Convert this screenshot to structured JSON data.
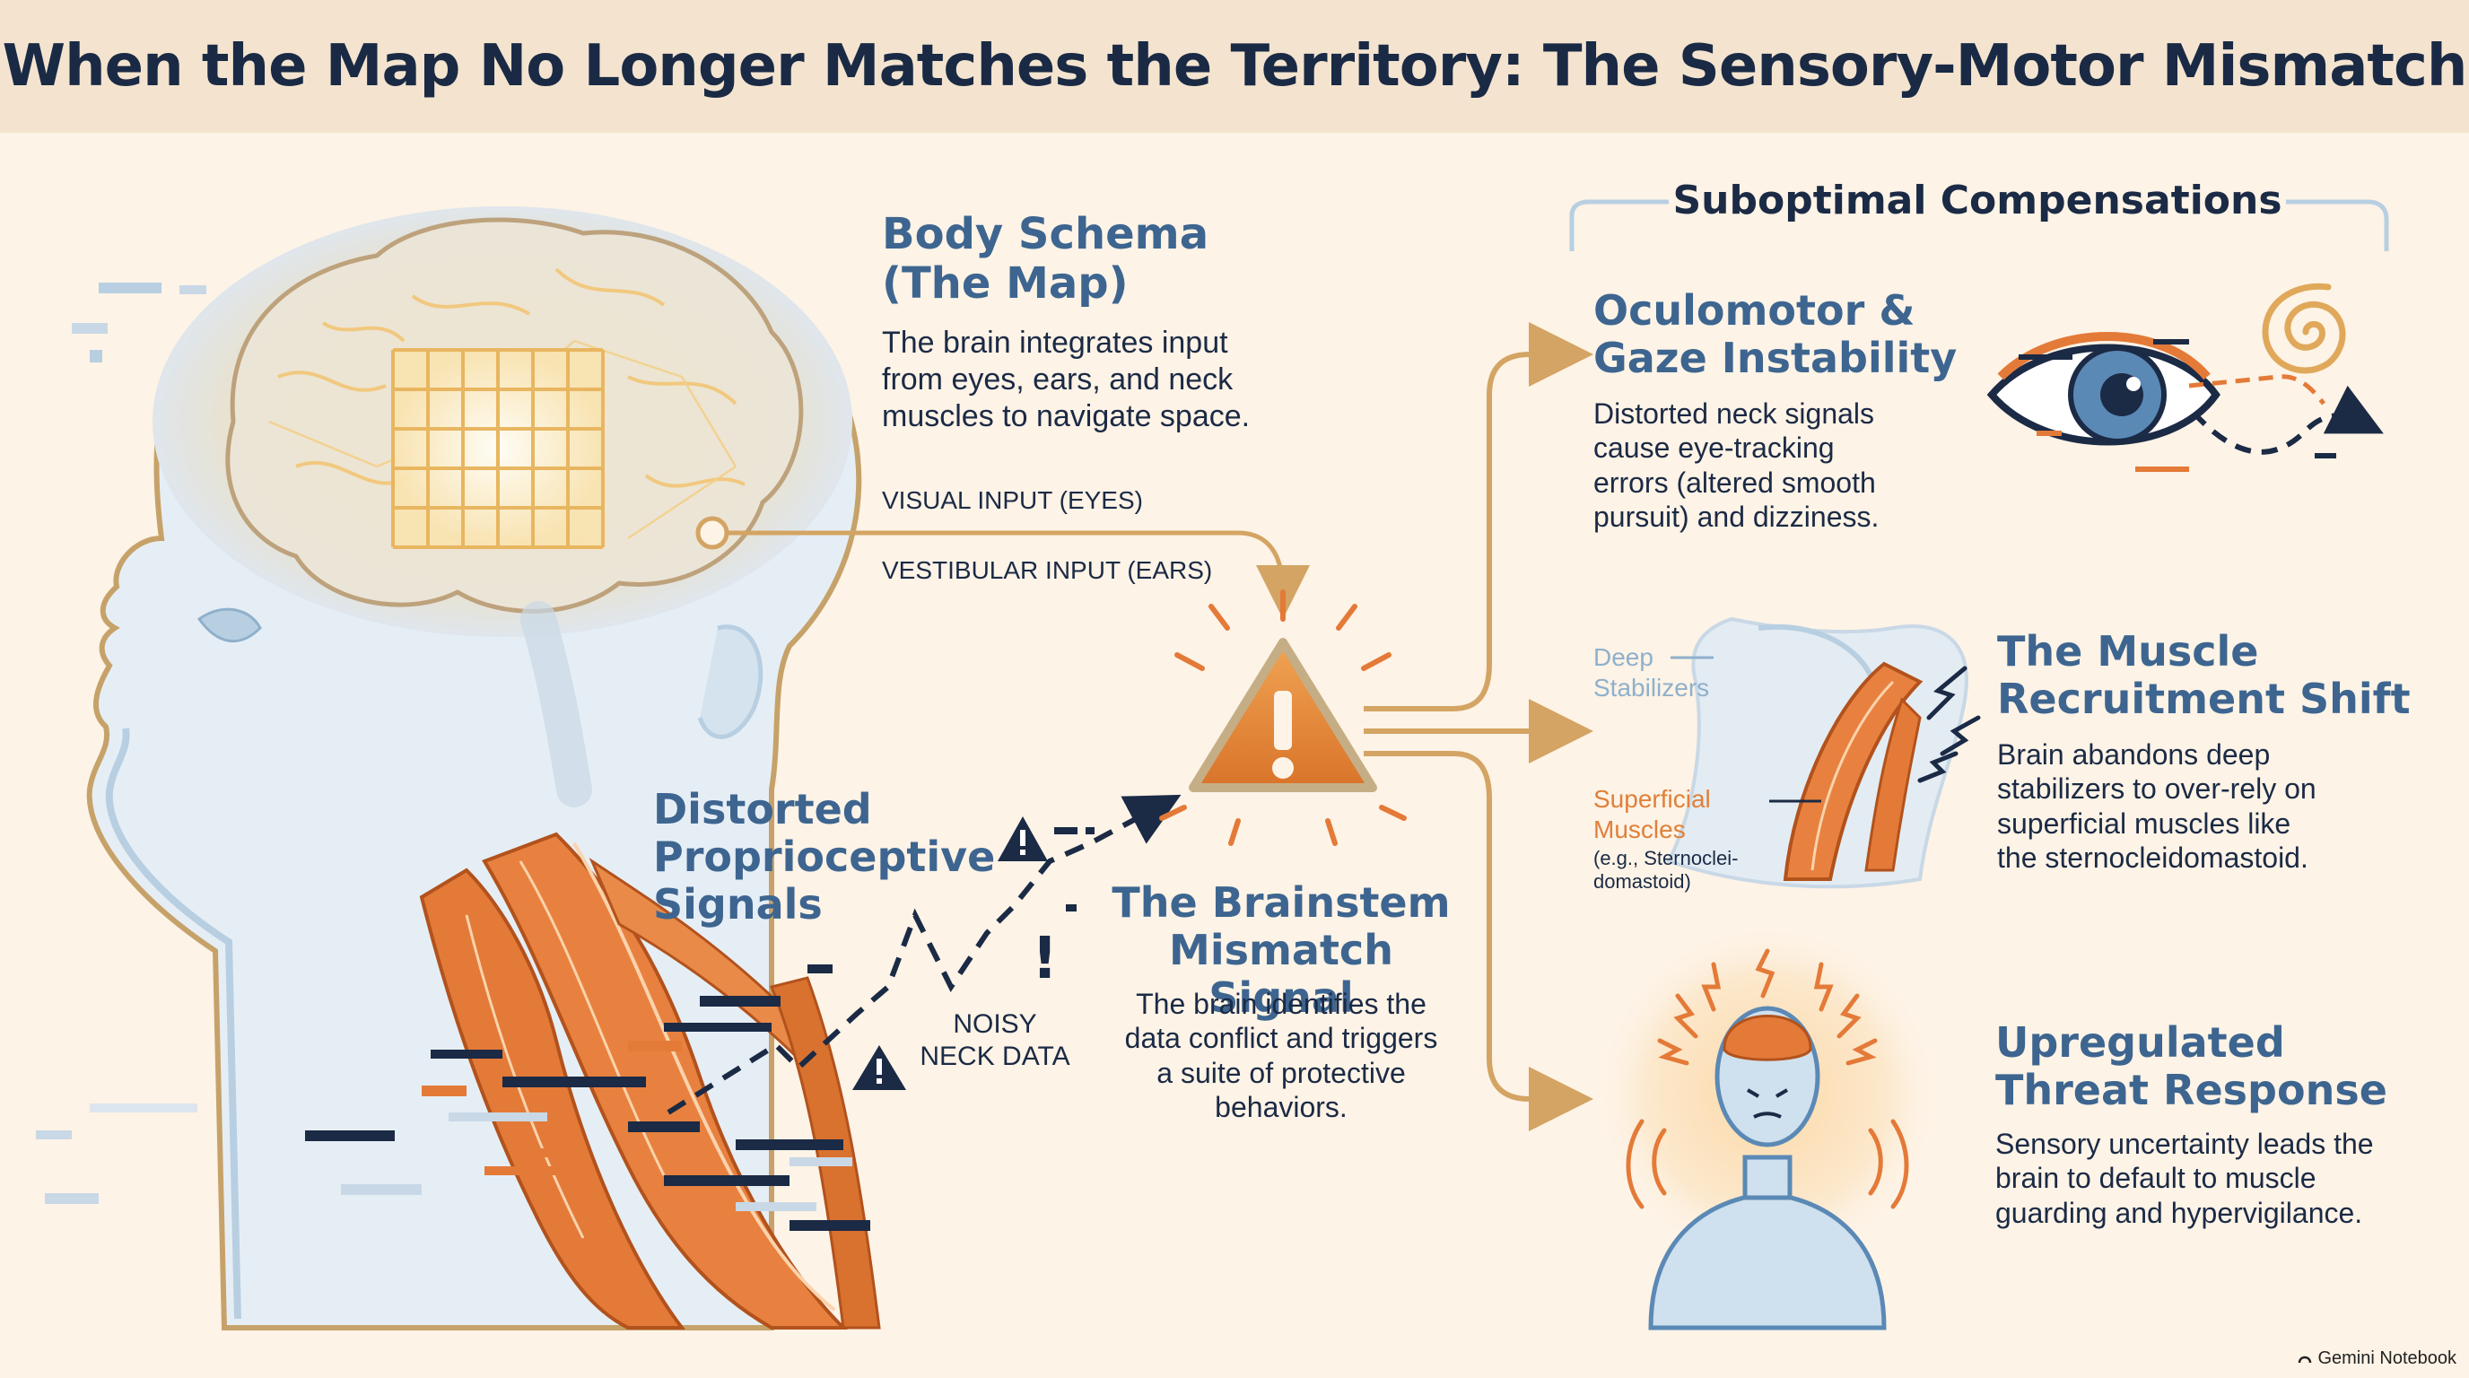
{
  "title": "When the Map No Longer Matches the Territory: The Sensory-Motor Mismatch",
  "body_schema": {
    "heading_line1": "Body Schema",
    "heading_line2": "(The Map)",
    "text_line1": "The brain integrates input",
    "text_line2": "from eyes, ears, and neck",
    "text_line3": "muscles to navigate space."
  },
  "inputs": {
    "visual": "VISUAL INPUT (EYES)",
    "vestibular": "VESTIBULAR INPUT (EARS)"
  },
  "proprioceptive": {
    "line1": "Distorted",
    "line2": "Proprioceptive",
    "line3": "Signals",
    "noisy_line1": "NOISY",
    "noisy_line2": "NECK DATA"
  },
  "brainstem": {
    "heading_line1": "The Brainstem",
    "heading_line2": "Mismatch Signal",
    "text_line1": "The brain identifies the",
    "text_line2": "data conflict and triggers",
    "text_line3": "a suite of protective",
    "text_line4": "behaviors."
  },
  "compensations": {
    "title": "Suboptimal Compensations",
    "oculomotor": {
      "heading_line1": "Oculomotor &",
      "heading_line2": "Gaze Instability",
      "text_line1": "Distorted neck signals",
      "text_line2": "cause eye-tracking",
      "text_line3": "errors (altered smooth",
      "text_line4": "pursuit) and dizziness."
    },
    "muscle": {
      "heading_line1": "The Muscle",
      "heading_line2": "Recruitment Shift",
      "text_line1": "Brain abandons deep",
      "text_line2": "stabilizers to over-rely on",
      "text_line3": "superficial muscles like",
      "text_line4": "the sternocleidomastoid.",
      "label_deep_line1": "Deep",
      "label_deep_line2": "Stabilizers",
      "label_superficial_line1": "Superficial",
      "label_superficial_line2": "Muscles",
      "label_eg_line1": "(e.g., Sternoclei-",
      "label_eg_line2": "domastoid)"
    },
    "threat": {
      "heading_line1": "Upregulated",
      "heading_line2": "Threat Response",
      "text_line1": "Sensory uncertainty leads the",
      "text_line2": "brain to default to muscle",
      "text_line3": "guarding and hypervigilance."
    }
  },
  "footer": "Gemini Notebook",
  "colors": {
    "background": "#fdf3e6",
    "title_band": "#f4e4cf",
    "heading_blue": "#3d6590",
    "text_navy": "#1b2a45",
    "accent_orange": "#e0803a",
    "connector_gold": "#d3a463",
    "skin_blue": "#cfe0ee"
  },
  "icons": [
    "brain-icon",
    "warning-triangle-icon",
    "eye-icon",
    "spiral-icon",
    "neck-muscle-icon",
    "person-stress-icon",
    "lightning-icon"
  ]
}
